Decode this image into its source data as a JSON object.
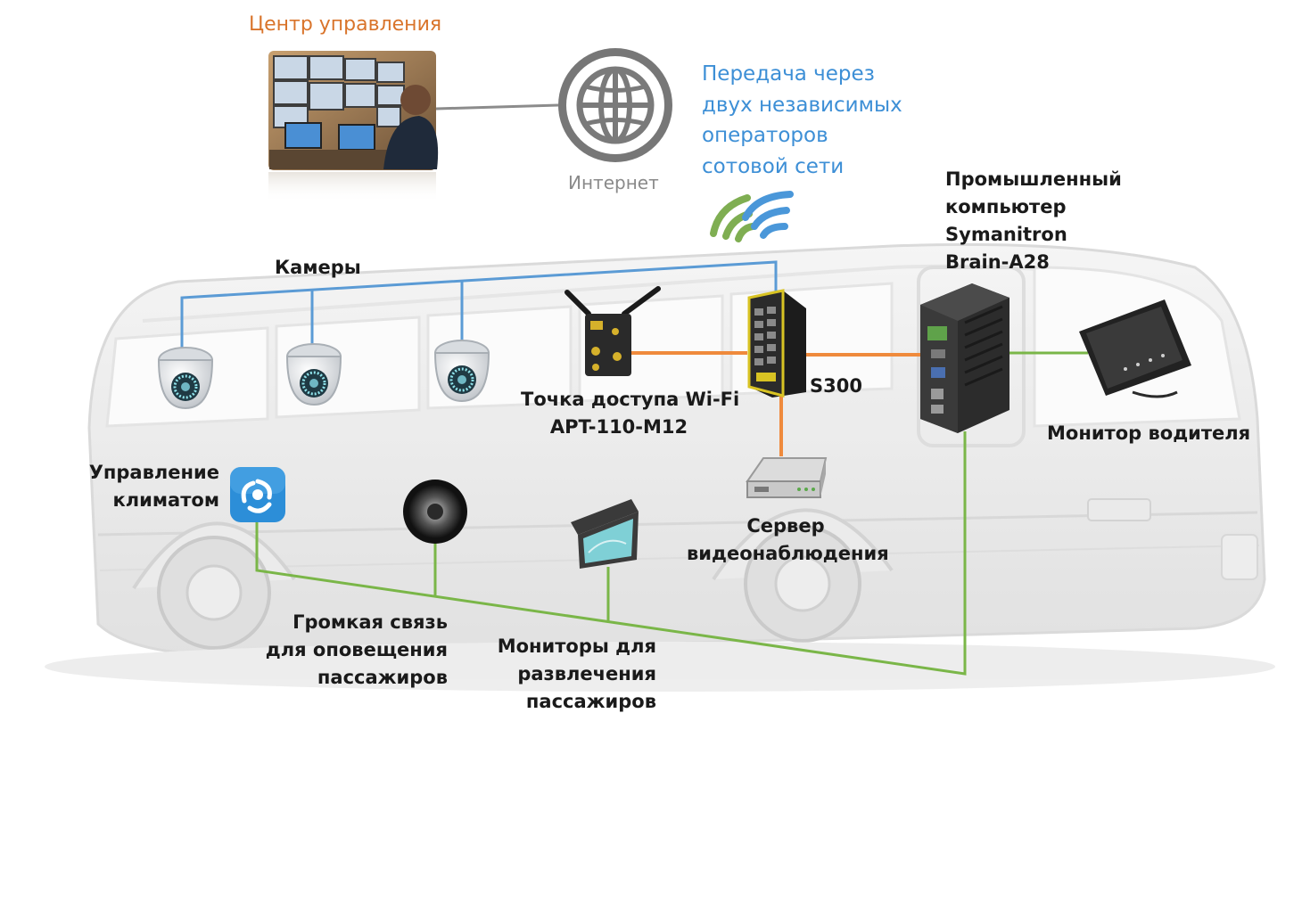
{
  "control_center": {
    "title": "Центр управления"
  },
  "internet": {
    "label": "Интернет"
  },
  "transmission": {
    "lines": [
      "Передача через",
      "двух независимых",
      "операторов",
      "сотовой сети"
    ]
  },
  "computer": {
    "lines": [
      "Промышленный",
      "компьютер",
      "Symanitron",
      "Brain-A28"
    ]
  },
  "cameras": {
    "label": "Камеры"
  },
  "access_point": {
    "lines": [
      "Точка доступа Wi-Fi",
      "APT-110-M12"
    ]
  },
  "switch": {
    "label": "S300"
  },
  "driver_monitor": {
    "label": "Монитор водителя"
  },
  "climate": {
    "lines": [
      "Управление",
      "климатом"
    ]
  },
  "server": {
    "lines": [
      "Сервер",
      "видеонаблюдения"
    ]
  },
  "pa_system": {
    "lines": [
      "Громкая связь",
      "для оповещения",
      "пассажиров"
    ]
  },
  "entertainment": {
    "lines": [
      "Мониторы для",
      "развлечения",
      "пассажиров"
    ]
  },
  "colors": {
    "title_orange": "#d9742b",
    "link_blue": "#3d8fd6",
    "camera_line": "#5b9bd5",
    "ethernet_line": "#ef8a3c",
    "green_line": "#7ab648"
  }
}
